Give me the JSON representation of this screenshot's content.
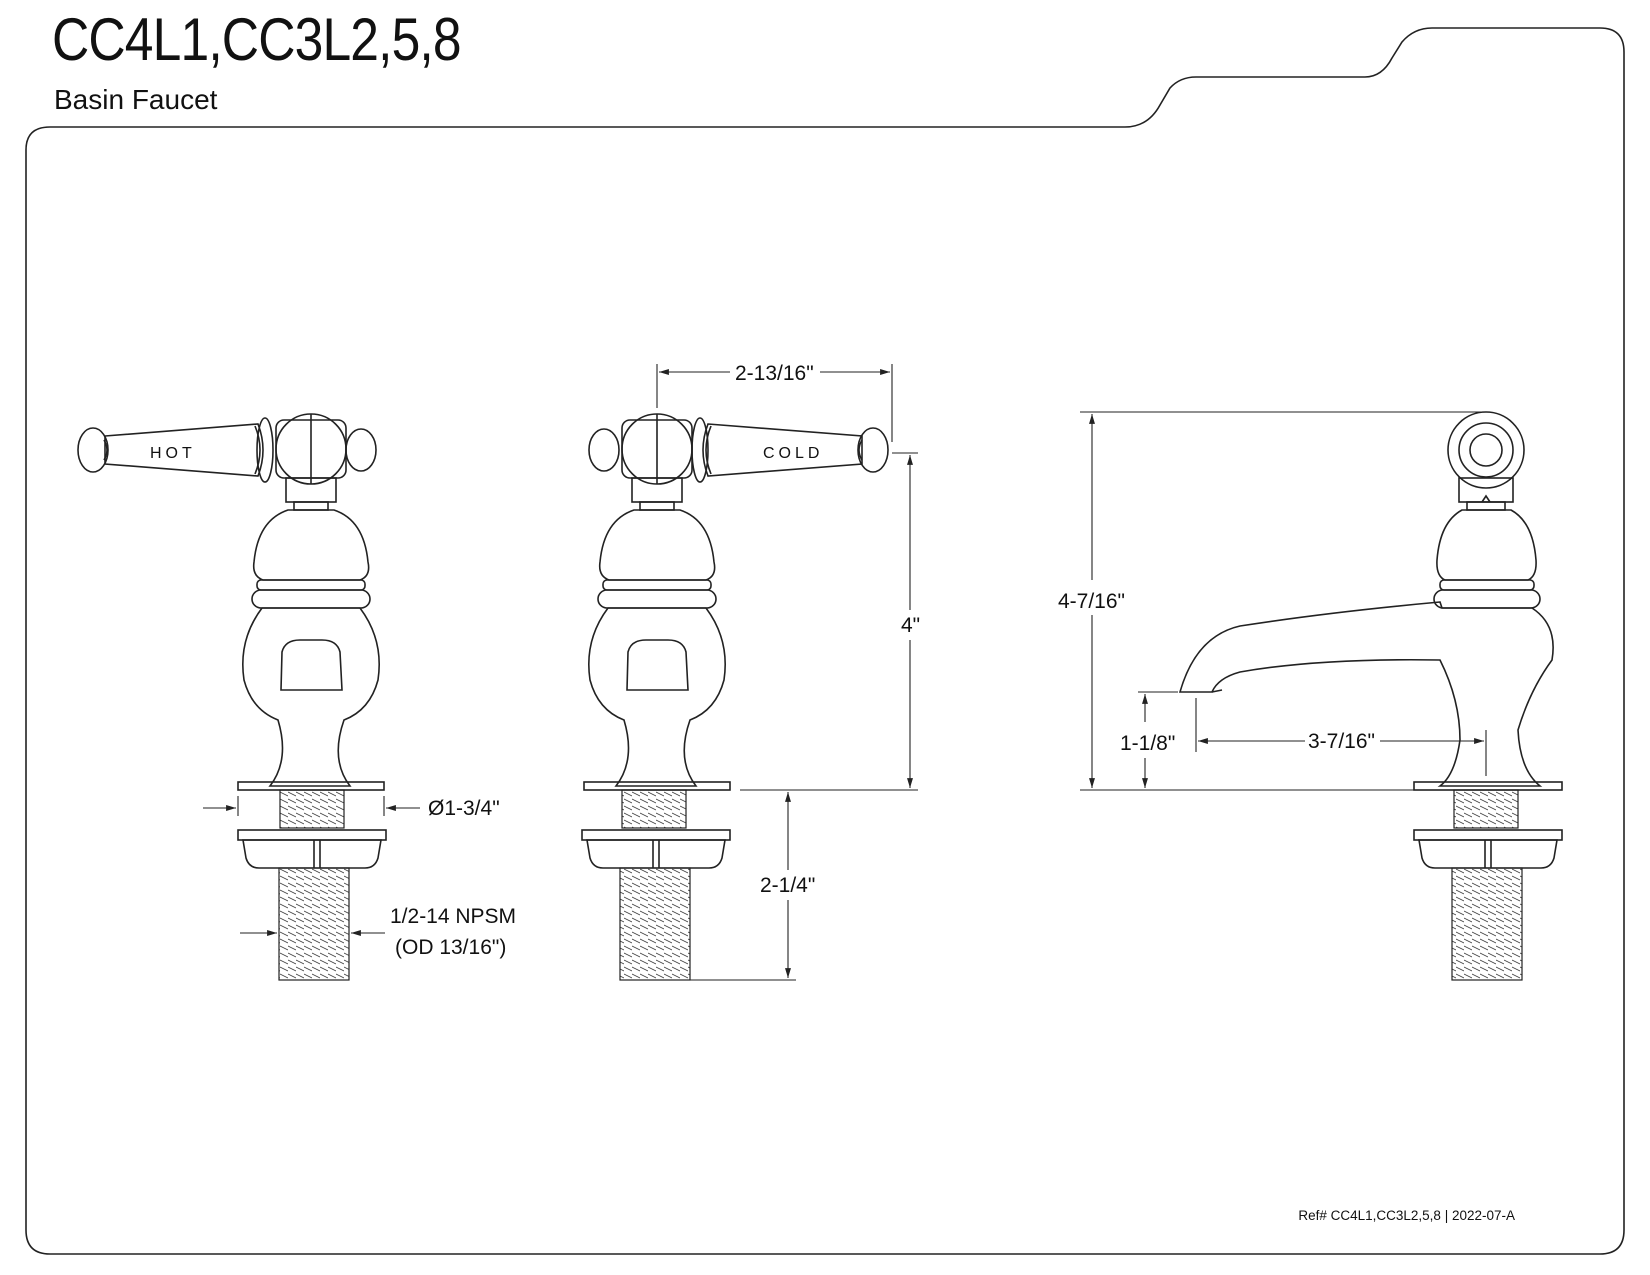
{
  "header": {
    "title": "CC4L1,CC3L2,5,8",
    "subtitle": "Basin Faucet"
  },
  "footer": {
    "ref": "Ref# CC4L1,CC3L2,5,8 | 2022-07-A"
  },
  "drawing": {
    "handle_labels": {
      "hot": "HOT",
      "cold": "COLD"
    },
    "dimensions": {
      "handle_span": "2-13/16\"",
      "flange_to_handle_height": "4\"",
      "flange_diameter": "Ø1-3/4\"",
      "shank_thread": "1/2-14 NPSM",
      "shank_od": "(OD 13/16\")",
      "shank_length": "2-1/4\"",
      "overall_height": "4-7/16\"",
      "spout_height": "1-1/8\"",
      "spout_reach": "3-7/16\""
    }
  }
}
